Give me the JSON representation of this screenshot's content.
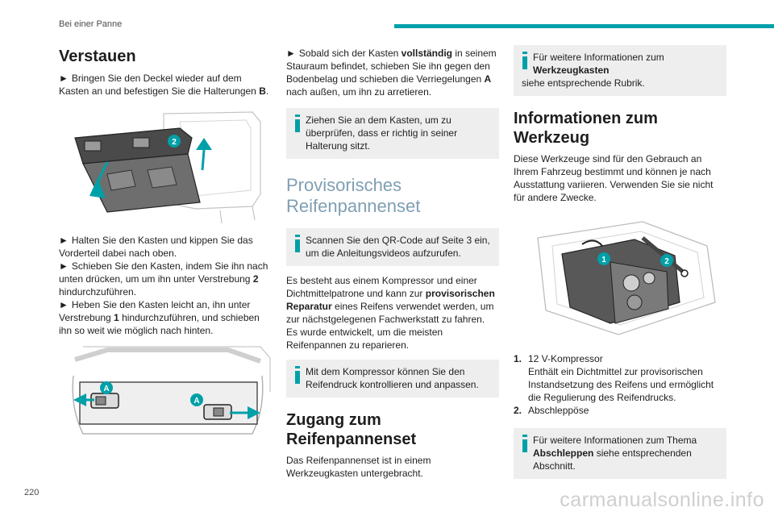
{
  "header": {
    "running_title": "Bei einer Panne",
    "accent_color": "#00a0a8"
  },
  "page_number": "220",
  "watermark": "carmanualsonline.info",
  "column1": {
    "heading": "Verstauen",
    "step1_pre": "Bringen Sie den Deckel wieder auf dem Kasten an und befestigen Sie die Halterungen ",
    "step1_bold": "B",
    "step1_post": ".",
    "figure1_callout": "2",
    "step2": "Halten Sie den Kasten und kippen Sie das Vorderteil dabei nach oben.",
    "step3_pre": "Schieben Sie den Kasten, indem Sie ihn nach unten drücken, um um ihn unter Verstrebung ",
    "step3_bold": "2",
    "step3_post": " hindurchzuführen.",
    "step4_pre": "Heben Sie den Kasten leicht an, ihn unter Verstrebung ",
    "step4_bold": "1",
    "step4_post": " hindurchzuführen, und schieben ihn so weit wie möglich nach hinten.",
    "figure2_callout": "A"
  },
  "column2": {
    "step5_pre": "Sobald sich der Kasten ",
    "step5_bold1": "vollständig",
    "step5_mid": " in seinem Stauraum befindet, schieben Sie ihn gegen den Bodenbelag und schieben die Verriegelungen ",
    "step5_bold2": "A",
    "step5_post": " nach außen, um ihn zu arretieren.",
    "note1": "Ziehen Sie an dem Kasten, um zu überprüfen, dass er richtig in seiner Halterung sitzt.",
    "heading1_line1": "Provisorisches",
    "heading1_line2": "Reifenpannenset",
    "note2": "Scannen Sie den QR-Code auf Seite 3 ein, um die Anleitungsvideos aufzurufen.",
    "para1_pre": "Es besteht aus einem Kompressor und einer Dichtmittelpatrone und kann zur ",
    "para1_bold": "provisorischen Reparatur",
    "para1_post": " eines Reifens verwendet werden, um zur nächstgelegenen Fachwerkstatt zu fahren.",
    "para2": "Es wurde entwickelt, um die meisten Reifenpannen zu reparieren.",
    "note3": "Mit dem Kompressor können Sie den Reifendruck kontrollieren und anpassen.",
    "heading2_line1": "Zugang zum",
    "heading2_line2": "Reifenpannenset",
    "para3": "Das Reifenpannenset ist in einem Werkzeugkasten untergebracht."
  },
  "column3": {
    "note4_pre": "Für weitere Informationen zum ",
    "note4_bold": "Werkzeugkasten",
    "note4_post": " siehe entsprechende Rubrik.",
    "heading": "Informationen zum Werkzeug",
    "para": "Diese Werkzeuge sind für den Gebrauch an Ihrem Fahrzeug bestimmt und können je nach Ausstattung variieren. Verwenden Sie sie nicht für andere Zwecke.",
    "figure3_callout1": "1",
    "figure3_callout2": "2",
    "list": [
      {
        "num": "1.",
        "title": "12 V-Kompressor",
        "desc": "Enthält ein Dichtmittel zur provisorischen Instandsetzung des Reifens und ermöglicht die Regulierung des Reifendrucks."
      },
      {
        "num": "2.",
        "title": "Abschleppöse",
        "desc": ""
      }
    ],
    "note5_pre": "Für weitere Informationen zum Thema ",
    "note5_bold": "Abschleppen",
    "note5_post": " siehe entsprechenden Abschnitt."
  }
}
